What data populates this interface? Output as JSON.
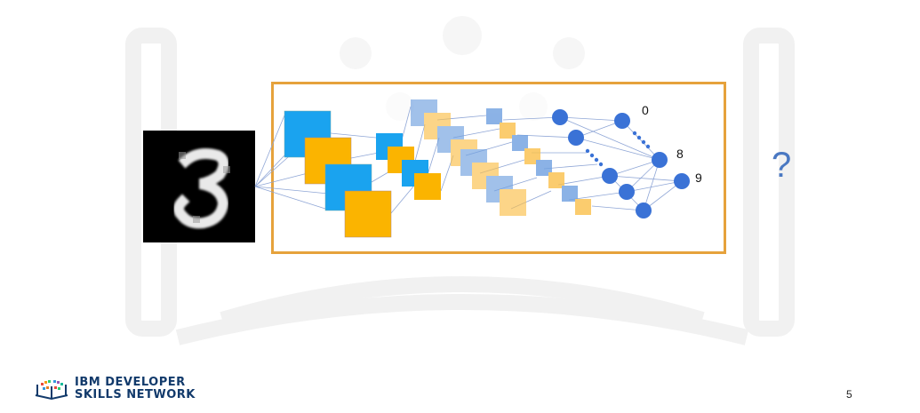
{
  "page_number": "5",
  "brand": {
    "line1": "IBM DEVELOPER",
    "line2": "SKILLS NETWORK"
  },
  "question_mark": "?",
  "outputs": {
    "first_label": "0",
    "second_label": "8",
    "third_label": "9"
  },
  "colors": {
    "frame": "#e6a23c",
    "blue_map": "#1aa3ef",
    "orange_map": "#fbb400",
    "node": "#3a72d6",
    "question": "#4a78c2",
    "brand_text": "#123a6b"
  },
  "icons": [
    "book-logo-icon"
  ]
}
